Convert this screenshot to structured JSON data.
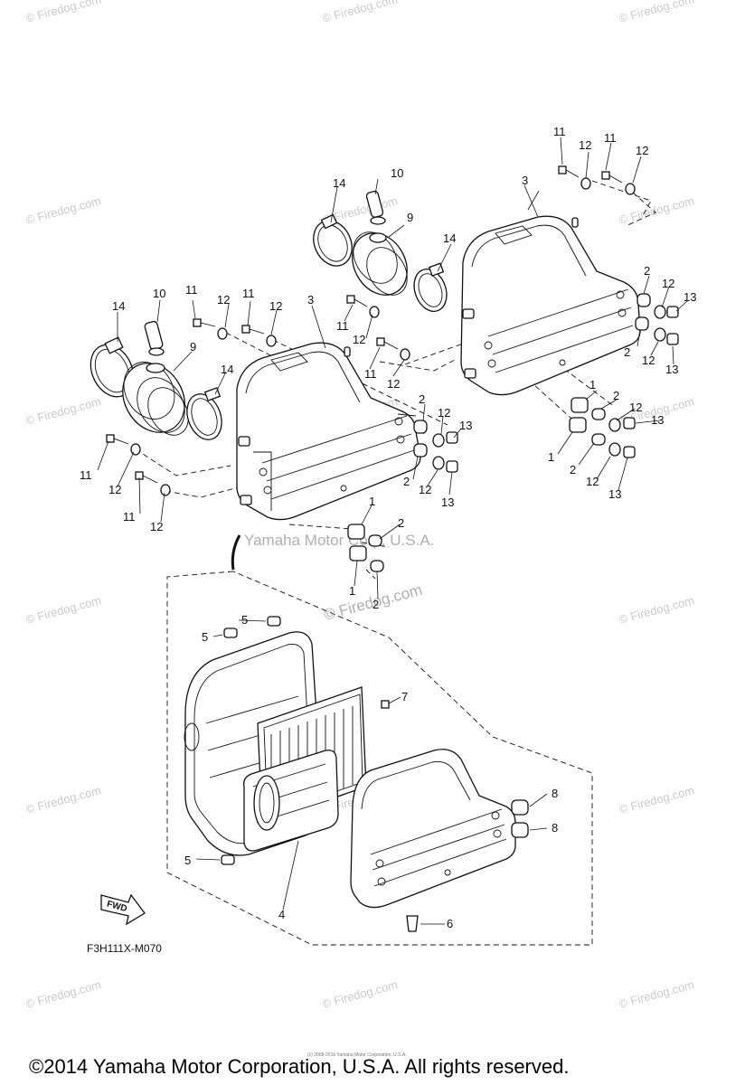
{
  "watermark": {
    "text": "© Firedog.com",
    "center_text": "Yamaha Motor Corp, U.S.A."
  },
  "callouts": {
    "c1": "1",
    "c2": "2",
    "c3": "3",
    "c4": "4",
    "c5": "5",
    "c6": "6",
    "c7": "7",
    "c8": "8",
    "c9": "9",
    "c10": "10",
    "c11": "11",
    "c12": "12",
    "c13": "13",
    "c14": "14"
  },
  "fwd_label": "FWD",
  "diagram_code": "F3H111X-M070",
  "tiny_copyright": "(c) 2008-2016 Yamaha Motor Corporation, U.S.A.",
  "footer": "©2014 Yamaha Motor Corporation, U.S.A. All rights reserved."
}
